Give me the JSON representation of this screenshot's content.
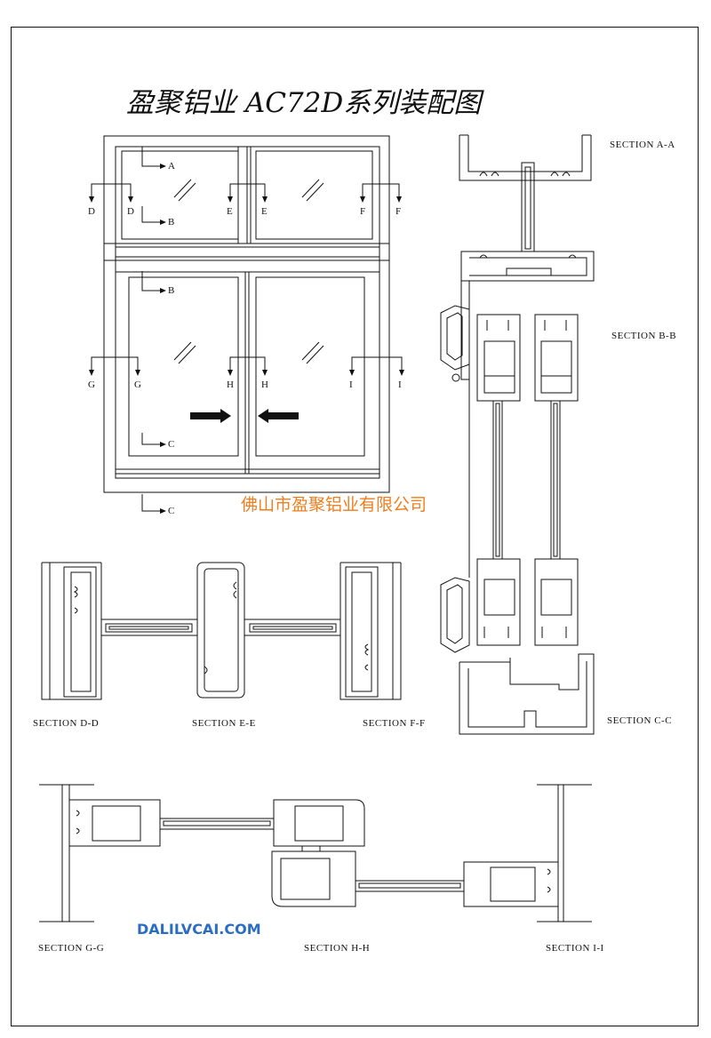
{
  "title": "盈聚铝业    AC72D系列装配图",
  "company": "佛山市盈聚铝业有限公司",
  "website": "DALILVCAI.COM",
  "section_labels": {
    "aa": "SECTION A-A",
    "bb": "SECTION B-B",
    "cc": "SECTION C-C",
    "dd": "SECTION D-D",
    "ee": "SECTION E-E",
    "ff": "SECTION F-F",
    "gg": "SECTION G-G",
    "hh": "SECTION H-H",
    "ii": "SECTION I-I"
  },
  "cut_markers": [
    "A",
    "B",
    "B",
    "C",
    "C",
    "D",
    "D",
    "E",
    "E",
    "F",
    "F",
    "G",
    "G",
    "H",
    "H",
    "I",
    "I"
  ],
  "colors": {
    "line": "#111111",
    "company": "#f07e1e",
    "website": "#2b6cc4"
  }
}
